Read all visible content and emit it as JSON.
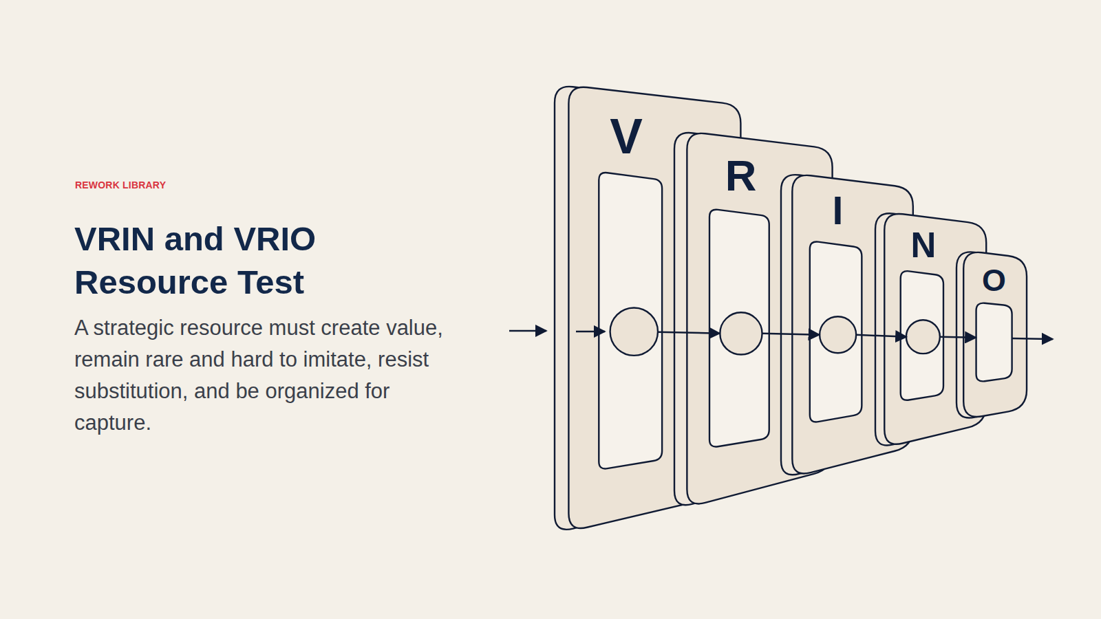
{
  "diagram": {
    "title": "VRIN and VRIO Resource Test",
    "caption": "A strategic resource must create value, remain rare and hard to imitate, resist substitution, and be organized for capture.",
    "nodes": [
      {
        "text": [
          "V"
        ]
      },
      {
        "text": [
          "R"
        ]
      },
      {
        "text": [
          "I"
        ]
      },
      {
        "text": [
          "N"
        ]
      },
      {
        "text": [
          "O"
        ]
      }
    ],
    "edges": [
      {
        "from": 0,
        "to": 1,
        "arrow": "to"
      },
      {
        "from": 1,
        "to": 2,
        "arrow": "to"
      },
      {
        "from": 2,
        "to": 3,
        "arrow": "to"
      },
      {
        "from": 3,
        "to": 4,
        "arrow": "to"
      }
    ],
    "labels": [
      "REWORK LIBRARY"
    ]
  }
}
